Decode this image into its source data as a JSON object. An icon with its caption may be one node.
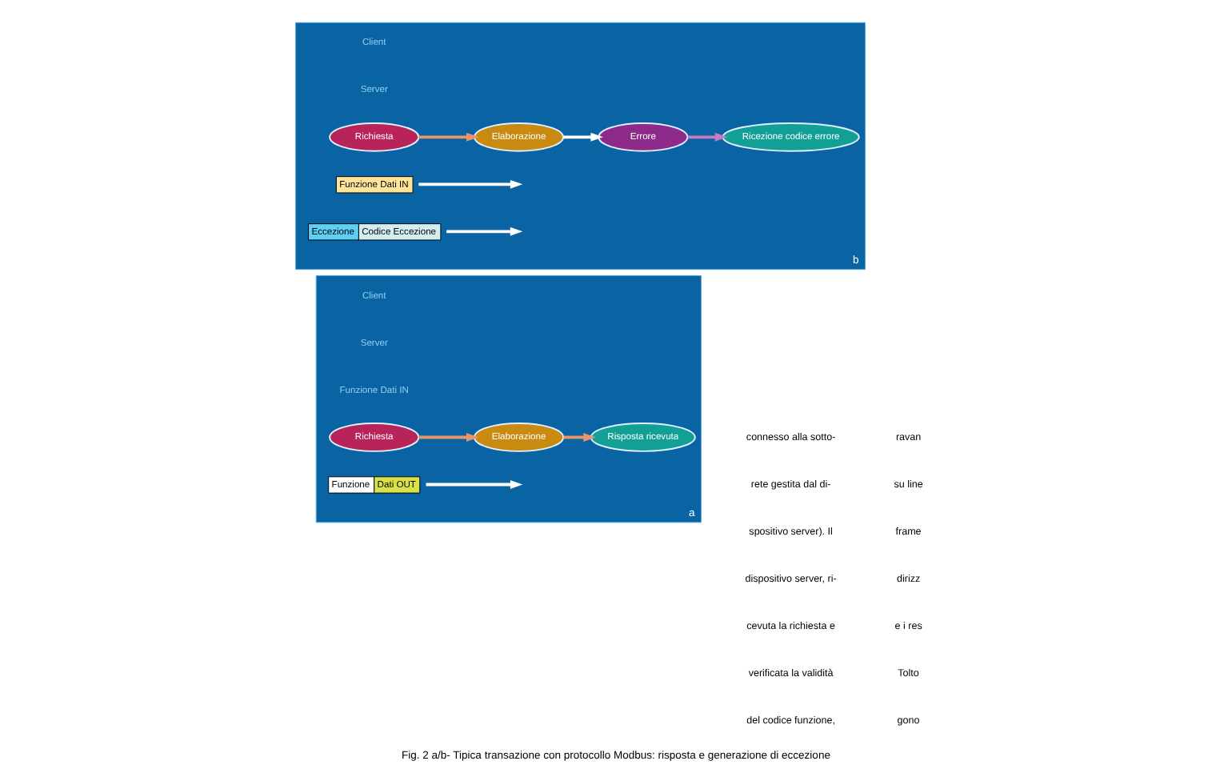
{
  "diagram": {
    "caption": "Fig. 2 a/b- Tipica transazione con protocollo Modbus: risposta e generazione di eccezione",
    "nodes": [
      {
        "text": [
          "a"
        ]
      },
      {
        "text": [
          "Richiesta"
        ],
        "in": 0
      },
      {
        "text": [
          "Elaborazione"
        ],
        "in": 0
      },
      {
        "text": [
          "Risposta ricevuta"
        ],
        "in": 0
      },
      {
        "text": [
          "Funzione",
          "Dati OUT"
        ],
        "in": 0
      },
      {
        "text": [
          "b"
        ]
      },
      {
        "text": [
          "Richiesta"
        ],
        "in": 5
      },
      {
        "text": [
          "Elaborazione"
        ],
        "in": 5
      },
      {
        "text": [
          "Errore"
        ],
        "in": 5
      },
      {
        "text": [
          "Ricezione codice errore"
        ],
        "in": 5
      },
      {
        "text": [
          "Funzione Dati IN"
        ],
        "in": 5
      },
      {
        "text": [
          "Eccezione",
          "Codice Eccezione"
        ],
        "in": 5
      }
    ],
    "edges": [
      {
        "from": 1,
        "to": 2,
        "arrow": "to",
        "color": "#e8956a"
      },
      {
        "from": 2,
        "to": 3,
        "arrow": "to",
        "color": "#e8956a"
      },
      {
        "from": 4,
        "to": null,
        "arrow": "to",
        "color": "#ffffff"
      },
      {
        "from": 6,
        "to": 7,
        "arrow": "to",
        "color": "#e8956a"
      },
      {
        "from": 7,
        "to": 8,
        "arrow": "to",
        "color": "#ffffff"
      },
      {
        "from": 8,
        "to": 9,
        "arrow": "to",
        "color": "#c77dc0"
      },
      {
        "from": 10,
        "to": null,
        "arrow": "to",
        "color": "#ffffff"
      },
      {
        "from": 11,
        "to": null,
        "arrow": "to",
        "color": "#ffffff"
      }
    ],
    "labels": [
      "Client",
      "Server",
      "Funzione Dati IN",
      "Client",
      "Server",
      "connesso alla sotto-",
      "rete gestita dal di-",
      "spositivo server). Il",
      "dispositivo server, ri-",
      "cevuta la richiesta e",
      "verificata la validità",
      "del codice funzione,",
      "ravan",
      "su line",
      "frame",
      "dirizz",
      "e i res",
      "Tolto",
      "gono"
    ]
  }
}
